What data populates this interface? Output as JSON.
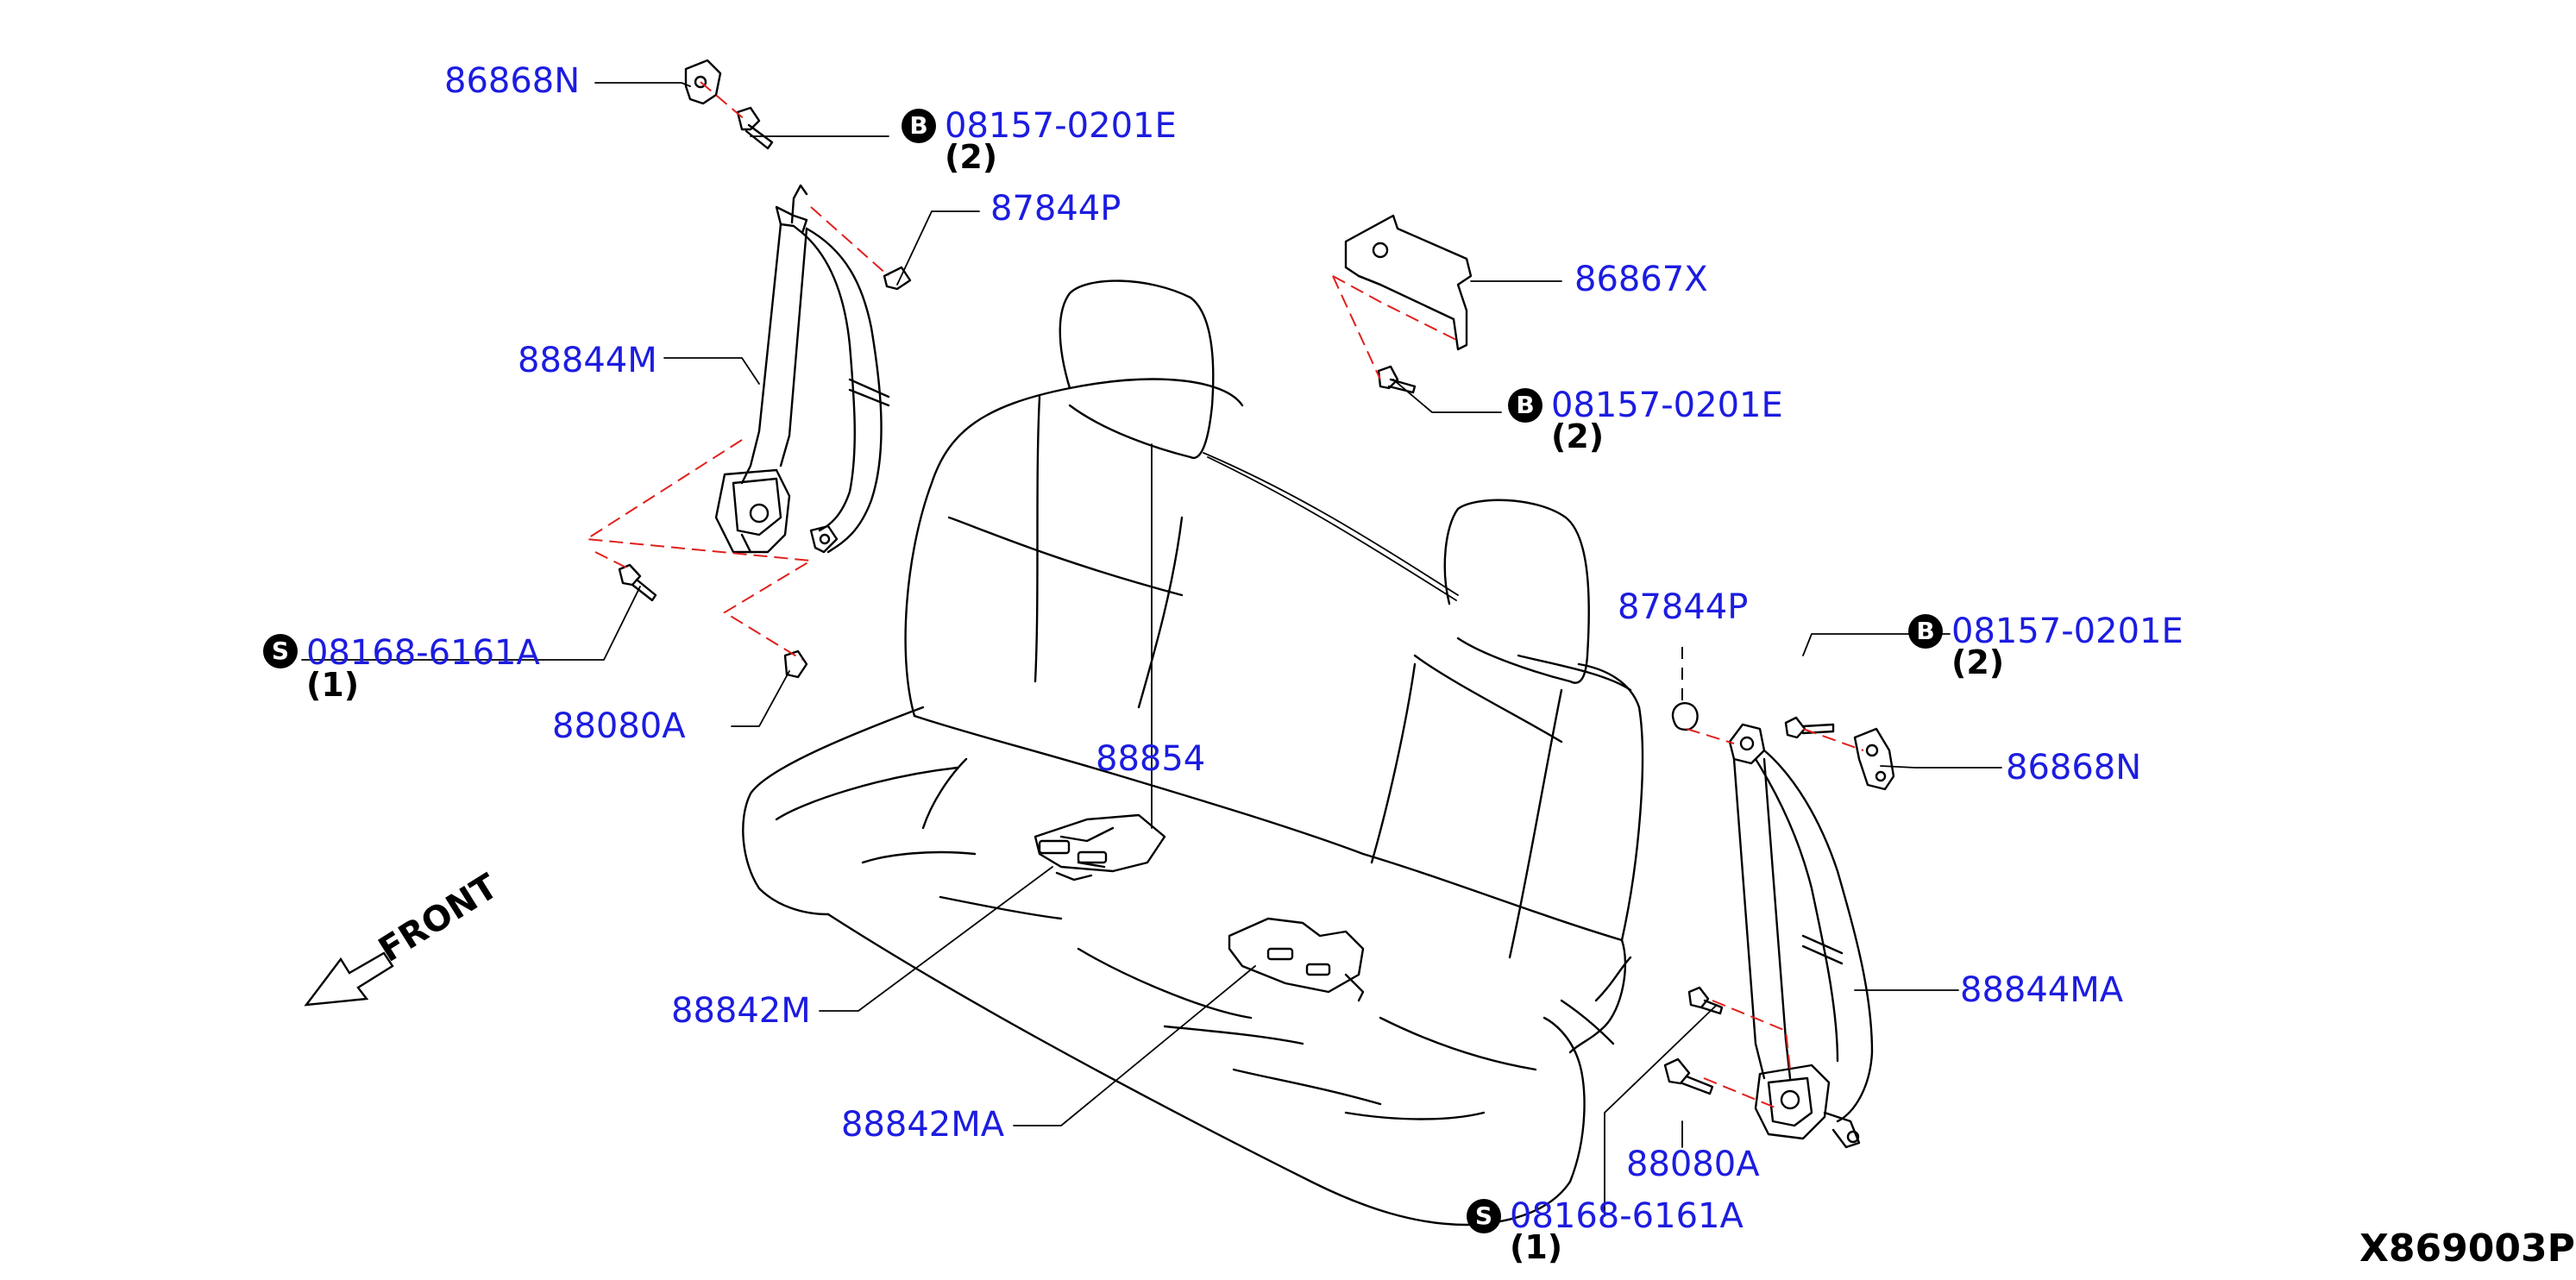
{
  "diagram_code": "X869003P",
  "front_label": "FRONT",
  "parts": {
    "p86868n_top": "86868N",
    "p08157_top": "08157-0201E",
    "p08157_top_qty": "(2)",
    "p87844p_left": "87844P",
    "p86867x": "86867X",
    "p08157_mid": "08157-0201E",
    "p08157_mid_qty": "(2)",
    "p88844m": "88844M",
    "p08168_left": "08168-6161A",
    "p08168_left_qty": "(1)",
    "p88080a_left": "88080A",
    "p88854": "88854",
    "p87844p_right": "87844P",
    "p08157_right": "08157-0201E",
    "p08157_right_qty": "(2)",
    "p86868n_right": "86868N",
    "p88844ma": "88844MA",
    "p88842m": "88842M",
    "p88842ma": "88842MA",
    "p88080a_right": "88080A",
    "p08168_right": "08168-6161A",
    "p08168_right_qty": "(1)"
  },
  "badges": {
    "b_bolt": "B",
    "s_screw": "S"
  },
  "colors": {
    "part_label": "#1c1ce0",
    "phantom_line": "#e0201c",
    "outline": "#000000"
  }
}
